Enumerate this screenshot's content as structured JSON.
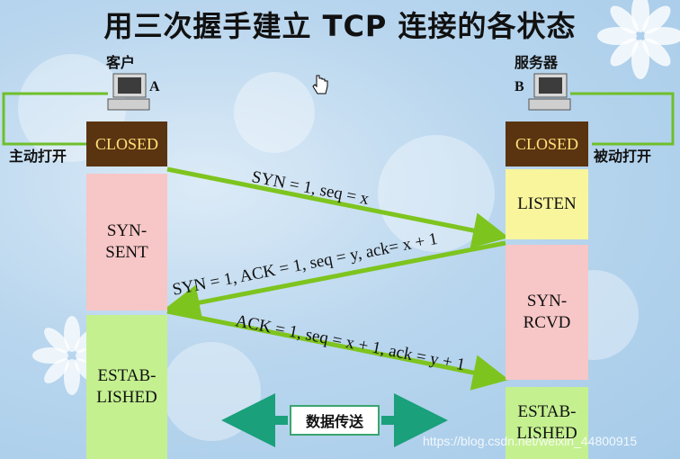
{
  "title": "用三次握手建立 TCP 连接的各状态",
  "client": {
    "label": "客户",
    "letter": "A",
    "action": "主动打开"
  },
  "server": {
    "label": "服务器",
    "letter": "B",
    "action": "被动打开"
  },
  "client_states": [
    "CLOSED",
    "SYN-\nSENT",
    "ESTAB-\nLISHED"
  ],
  "server_states": [
    "CLOSED",
    "LISTEN",
    "SYN-\nRCVD",
    "ESTAB-\nLISHED"
  ],
  "messages": [
    "SYN = 1, seq = x",
    "SYN = 1, ACK = 1, seq = y, ack= x + 1",
    "ACK = 1, seq = x + 1, ack = y + 1"
  ],
  "transfer_label": "数据传送",
  "watermark": "https://blog.csdn.net/weixin_44800915",
  "colors": {
    "closed_bg": "#5a3410",
    "closed_text": "#ffe27a",
    "syn_state": "#f7c6c6",
    "established": "#c4f090",
    "listen": "#f8f59c",
    "arrow": "#7ec41f",
    "transfer_arrow": "#1aa07a"
  }
}
